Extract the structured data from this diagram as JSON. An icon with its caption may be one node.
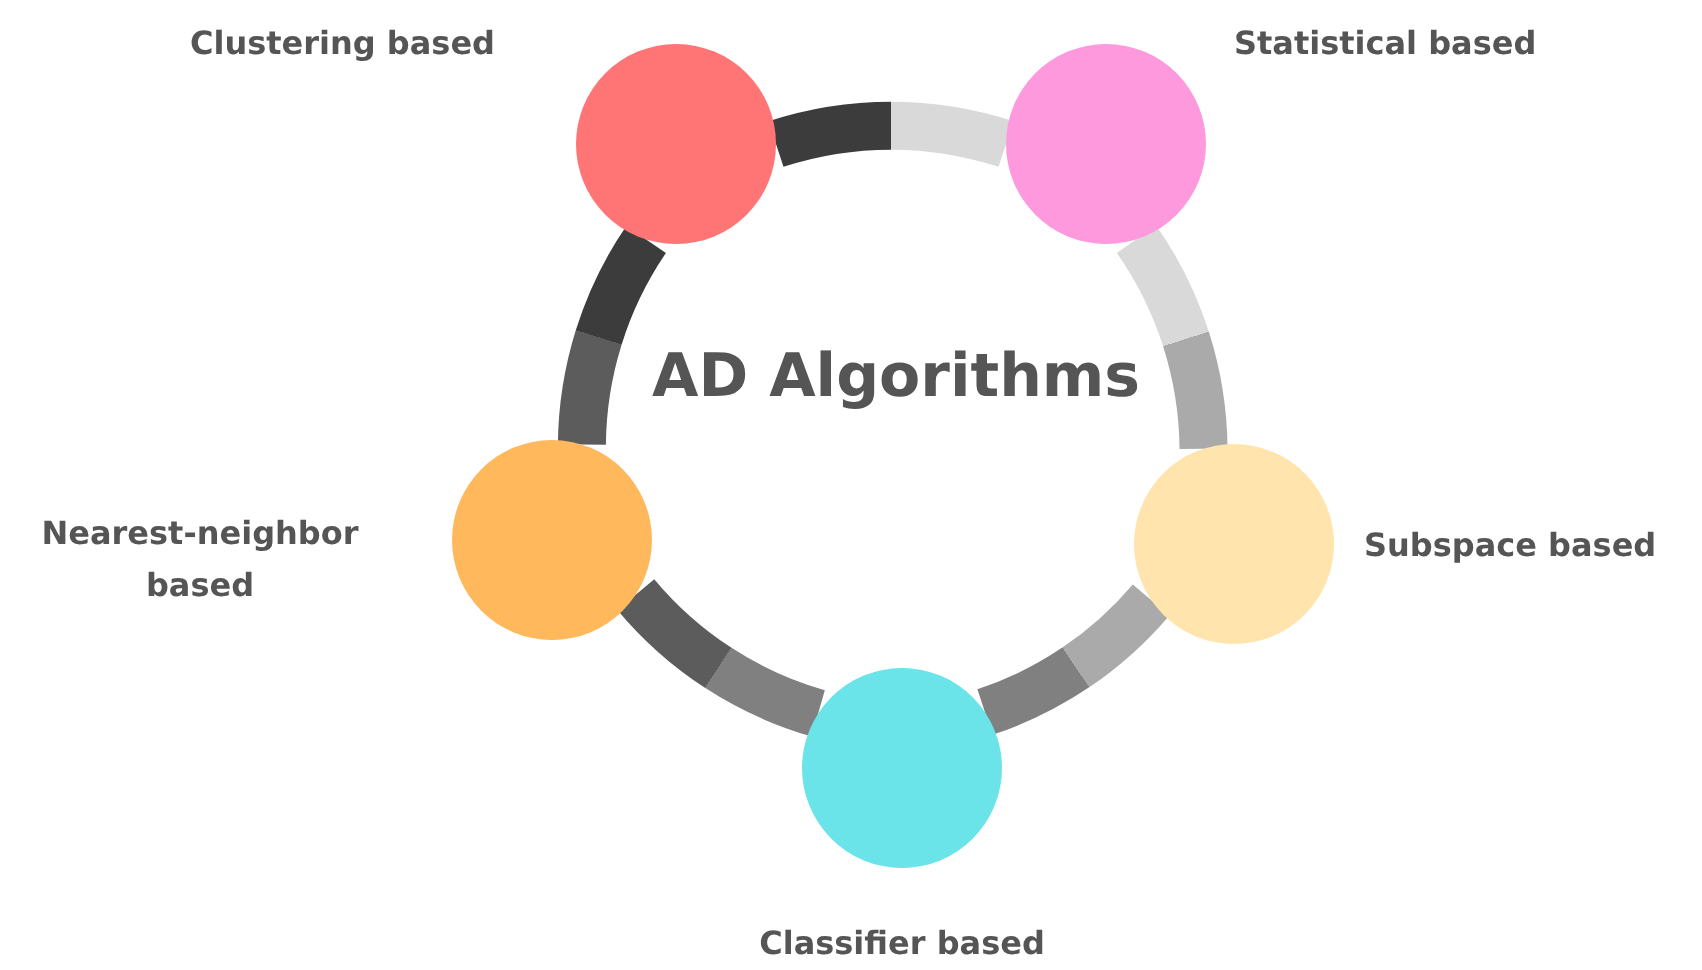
{
  "diagram": {
    "title": "AD Algorithms",
    "nodes": [
      {
        "text": [],
        "shape": "circle",
        "beside": [
          "Clustering based"
        ]
      },
      {
        "text": [],
        "shape": "circle",
        "beside": [
          "Statistical based"
        ]
      },
      {
        "text": [],
        "shape": "circle",
        "beside": [
          "Nearest-neighbor based"
        ]
      },
      {
        "text": [],
        "shape": "circle",
        "beside": [
          "Subspace based"
        ]
      },
      {
        "text": [],
        "shape": "circle",
        "beside": [
          "Classifier based"
        ]
      }
    ],
    "edges": [
      {
        "from": 0,
        "to": 1,
        "arrow": "none"
      },
      {
        "from": 1,
        "to": 3,
        "arrow": "none"
      },
      {
        "from": 3,
        "to": 4,
        "arrow": "none"
      },
      {
        "from": 4,
        "to": 2,
        "arrow": "none"
      },
      {
        "from": 2,
        "to": 0,
        "arrow": "none"
      }
    ]
  }
}
